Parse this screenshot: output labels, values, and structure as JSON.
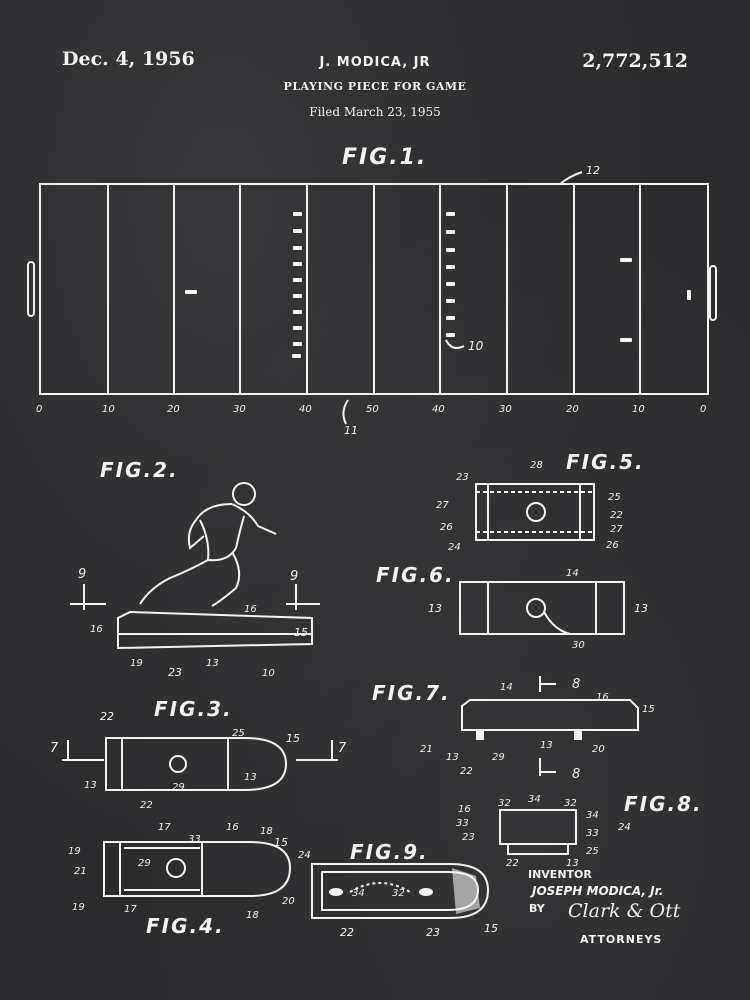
{
  "header": {
    "date": "Dec. 4, 1956",
    "inventor": "J. MODICA, JR",
    "title": "PLAYING PIECE FOR GAME",
    "filed": "Filed March 23, 1955",
    "patent_number": "2,772,512"
  },
  "figures": {
    "fig1": "FIG.1.",
    "fig2": "FIG.2.",
    "fig3": "FIG.3.",
    "fig4": "FIG.4.",
    "fig5": "FIG.5.",
    "fig6": "FIG.6.",
    "fig7": "FIG.7.",
    "fig8": "FIG.8.",
    "fig9": "FIG.9."
  },
  "field": {
    "yard_labels": [
      "0",
      "10",
      "20",
      "30",
      "40",
      "50",
      "40",
      "30",
      "20",
      "10",
      "0"
    ],
    "ref_12": "12",
    "ref_10": "10",
    "ref_11": "11"
  },
  "fig2_refs": [
    "9",
    "9",
    "16",
    "16",
    "15",
    "19",
    "23",
    "13",
    "10"
  ],
  "fig3_refs": [
    "22",
    "25",
    "15",
    "7",
    "7",
    "13",
    "29",
    "13",
    "22"
  ],
  "fig4_refs": [
    "17",
    "33",
    "16",
    "18",
    "19",
    "15",
    "21",
    "29",
    "19",
    "17",
    "18",
    "20"
  ],
  "fig5_refs": [
    "28",
    "23",
    "25",
    "27",
    "22",
    "26",
    "27",
    "24",
    "26"
  ],
  "fig6_refs": [
    "14",
    "13",
    "13",
    "30"
  ],
  "fig7_refs": [
    "8",
    "14",
    "16",
    "15",
    "21",
    "13",
    "29",
    "13",
    "20",
    "22",
    "8"
  ],
  "fig8_refs": [
    "34",
    "32",
    "32",
    "16",
    "34",
    "24",
    "33",
    "33",
    "23",
    "25",
    "22",
    "13"
  ],
  "fig9_refs": [
    "24",
    "34",
    "32",
    "22",
    "23",
    "15"
  ],
  "signature": {
    "inventor_label": "INVENTOR",
    "inventor_name": "JOSEPH MODICA, Jr.",
    "by_label": "BY",
    "signature_text": "Clark & Ott",
    "attorneys_label": "ATTORNEYS"
  }
}
